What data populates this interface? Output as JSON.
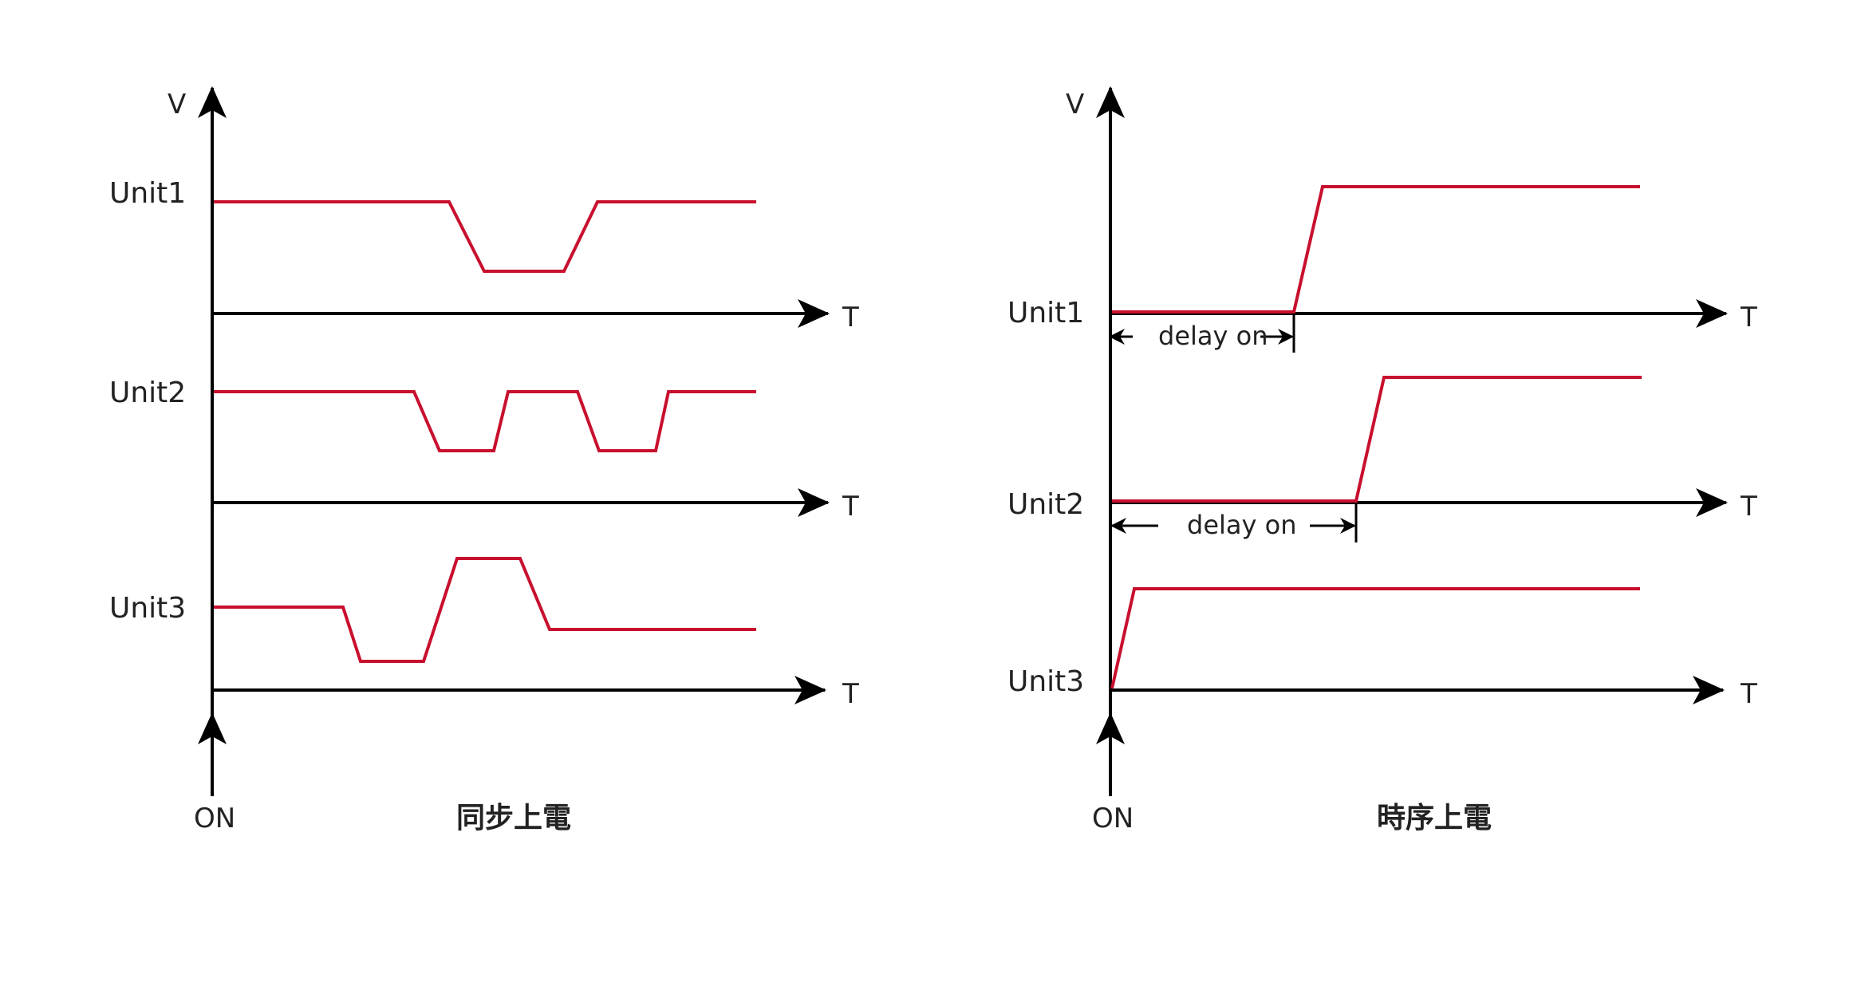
{
  "colors": {
    "signal": "#c8102e",
    "axis": "#000000",
    "text": "#222222"
  },
  "left_diagram": {
    "v_label": "V",
    "on_label": "ON",
    "caption": "同步上電",
    "units": [
      {
        "label": "Unit1",
        "t_label": "T"
      },
      {
        "label": "Unit2",
        "t_label": "T"
      },
      {
        "label": "Unit3",
        "t_label": "T"
      }
    ]
  },
  "right_diagram": {
    "v_label": "V",
    "on_label": "ON",
    "caption": "時序上電",
    "units": [
      {
        "label": "Unit1",
        "t_label": "T",
        "delay_label": "delay on"
      },
      {
        "label": "Unit2",
        "t_label": "T",
        "delay_label": "delay on"
      },
      {
        "label": "Unit3",
        "t_label": "T"
      }
    ]
  }
}
